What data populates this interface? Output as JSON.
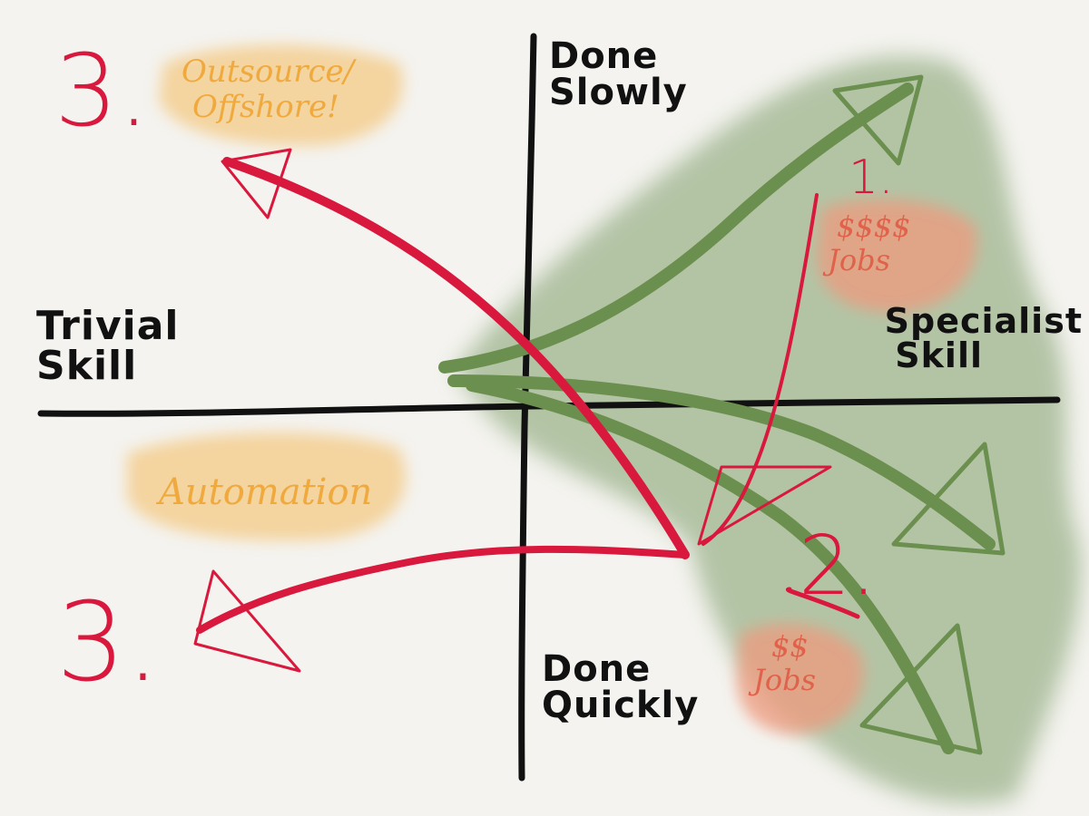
{
  "axes": {
    "top": [
      "Done",
      "Slowly"
    ],
    "bottom": [
      "Done",
      "Quickly"
    ],
    "left": [
      "Trivial",
      "Skill"
    ],
    "right": [
      "Specialist",
      "Skill"
    ]
  },
  "notes": {
    "outsource": [
      "Outsource/",
      "Offshore!"
    ],
    "automation": "Automation",
    "high_pay": [
      "$$$$",
      "Jobs"
    ],
    "mid_pay": [
      "$$",
      "Jobs"
    ]
  },
  "markers": {
    "one": "1.",
    "two": "2.",
    "three_top": "3.",
    "three_bottom": "3."
  },
  "colors": {
    "ink": "#111111",
    "red": "#d9183d",
    "green": "#6b8f4e",
    "green_wash": "#8aa777",
    "orange_wash": "#f3c679",
    "salmon_wash": "#ee9a7f",
    "orange_text": "#f0a93c",
    "salmon_text": "#e0624a"
  }
}
